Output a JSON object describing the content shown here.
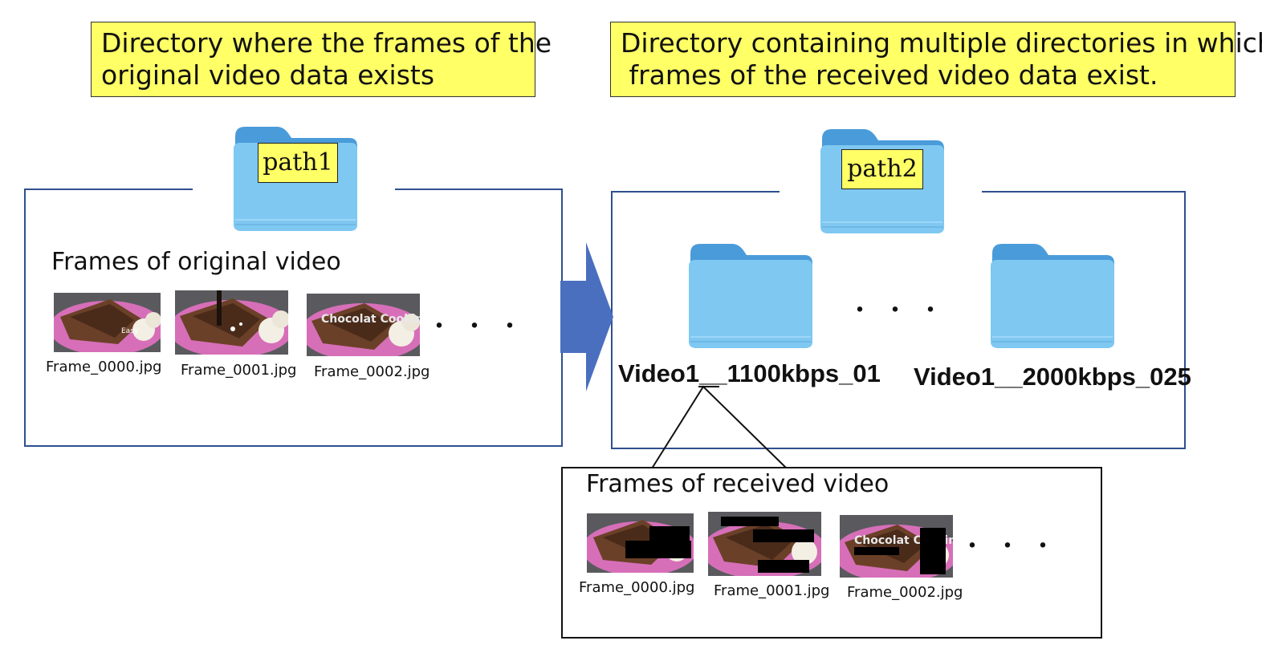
{
  "notes": {
    "left": {
      "line1": "Directory where the frames of the",
      "line2": "original video data exists"
    },
    "right": {
      "line1": "Directory containing multiple directories in which",
      "line2": " frames of the received video data exist."
    }
  },
  "folders": {
    "path1_label": "path1",
    "path2_label": "path2",
    "sub1_name": "Video1__1100kbps_01",
    "sub2_name": "Video1__2000kbps_025",
    "sub_ellipsis": "・・・"
  },
  "original": {
    "heading": "Frames of original video",
    "files": [
      "Frame_0000.jpg",
      "Frame_0001.jpg",
      "Frame_0002.jpg"
    ],
    "ellipsis": "・・・",
    "thumb_text": [
      "Easy",
      "",
      "Chocolat Cooking"
    ]
  },
  "received": {
    "heading": "Frames of received video",
    "files": [
      "Frame_0000.jpg",
      "Frame_0001.jpg",
      "Frame_0002.jpg"
    ],
    "ellipsis": "・・・",
    "thumb_text": [
      "",
      "",
      "Chocolat Cooking"
    ]
  },
  "colors": {
    "note_bg": "#ffff66",
    "box_border": "#2f4f8f",
    "arrow": "#4a6fbf",
    "folder_body": "#7ec8f2",
    "folder_tab": "#4a9bd9"
  }
}
